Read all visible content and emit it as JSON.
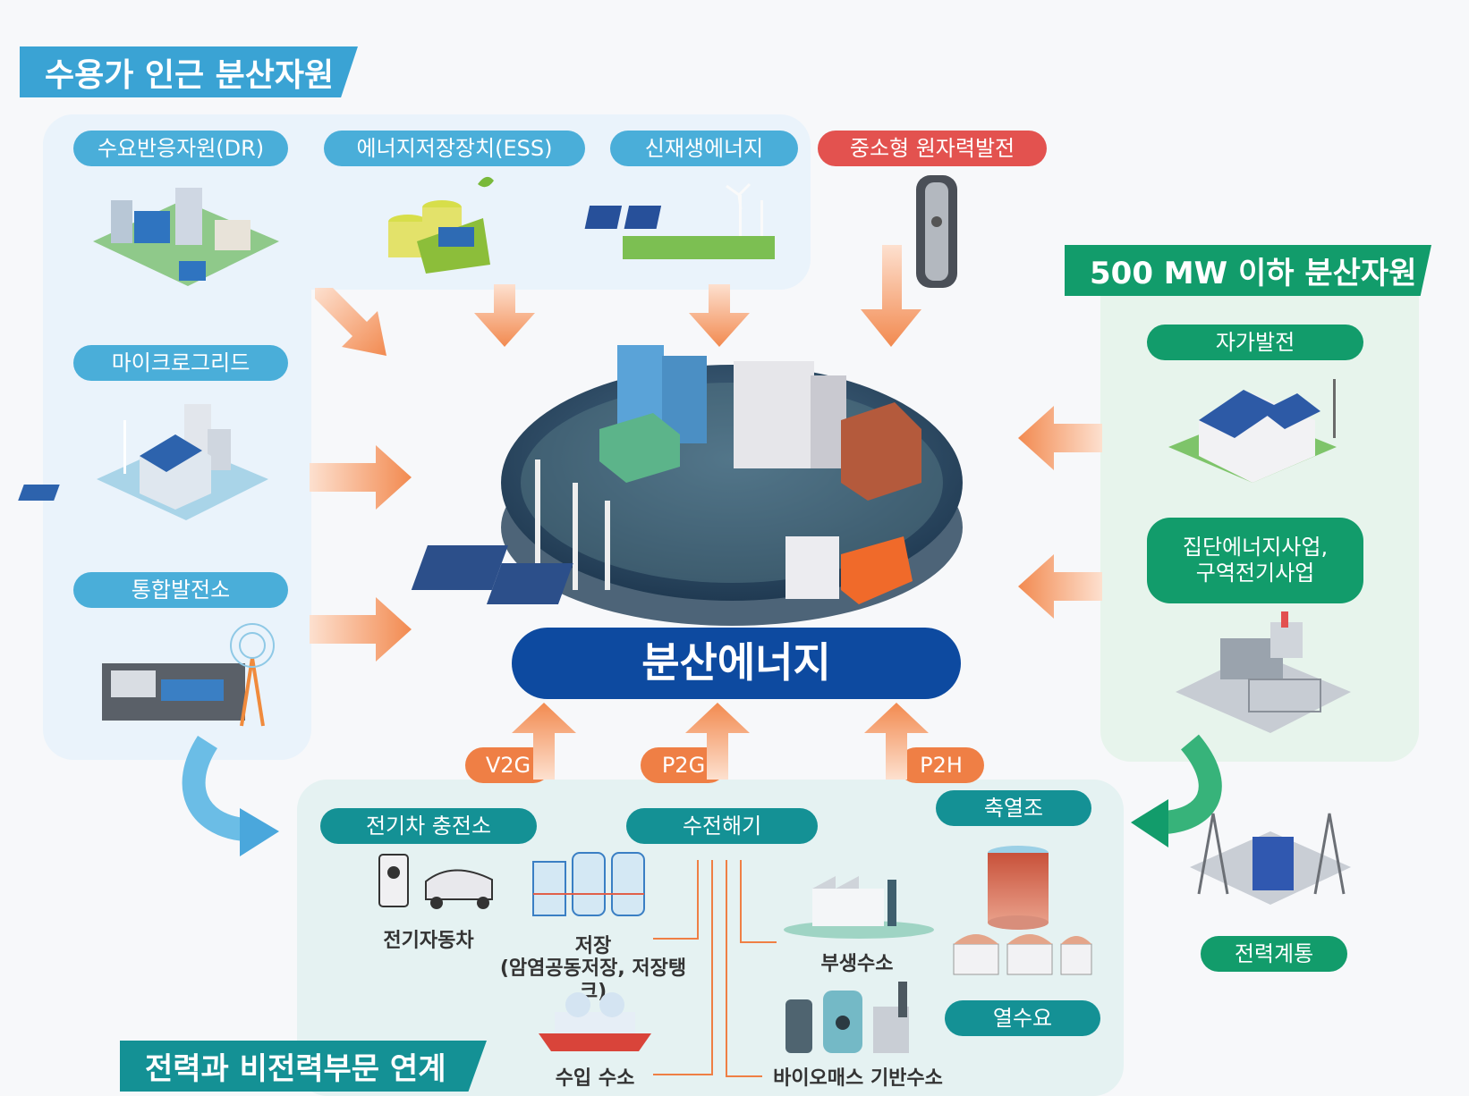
{
  "left_banner": "수용가 인근 분산자원",
  "right_banner": "500 MW  이하 분산자원",
  "bottom_banner": "전력과 비전력부문 연계",
  "top_labels": {
    "dr": "수요반응자원(DR)",
    "ess": "에너지저장장치(ESS)",
    "renewable": "신재생에너지",
    "nuclear": "중소형 원자력발전"
  },
  "left_labels": {
    "microgrid": "마이크로그리드",
    "vpp": "통합발전소"
  },
  "right_labels": {
    "self_gen": "자가발전",
    "group_energy_line1": "집단에너지사업,",
    "group_energy_line2": "구역전기사업",
    "grid": "전력계통"
  },
  "center_title": "분산에너지",
  "link_labels": {
    "v2g": "V2G",
    "p2g": "P2G",
    "p2h": "P2H"
  },
  "bottom_labels": {
    "ev_charging": "전기차 충전소",
    "electrolysis": "수전해기",
    "heat_storage": "축열조",
    "heat_demand": "열수요"
  },
  "bottom_captions": {
    "ev": "전기자동차",
    "storage_line1": "저장",
    "storage_line2": "(암염공동저장, 저장탱크)",
    "byproduct_h2": "부생수소",
    "import_h2": "수입 수소",
    "biomass_h2": "바이오매스 기반수소"
  },
  "colors": {
    "left_banner": "#3aa3d4",
    "right_banner": "#129c6b",
    "bottom_banner": "#149195",
    "center_pill": "#0d4aa0",
    "arrow": "#f4935f"
  }
}
